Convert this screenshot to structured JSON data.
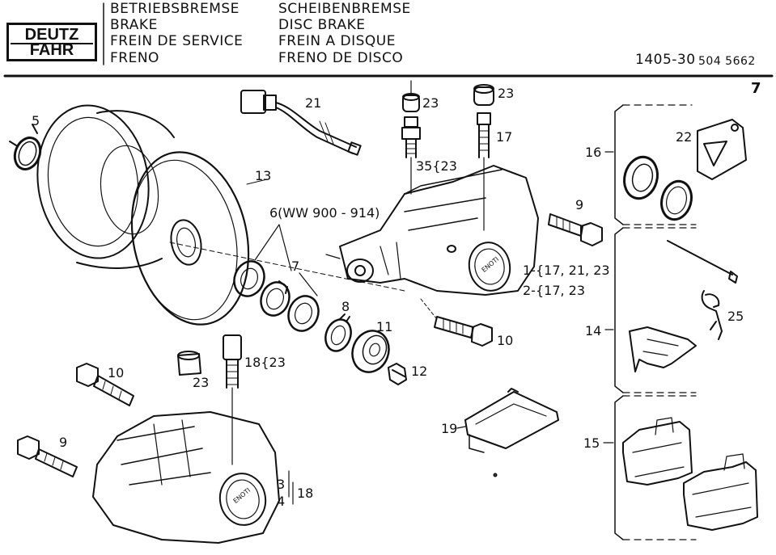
{
  "header": {
    "brand_line1": "DEUTZ",
    "brand_line2": "FAHR",
    "title_col1": [
      "BETRIEBSBREMSE",
      "BRAKE",
      "FREIN DE SERVICE",
      "FRENO"
    ],
    "title_col2": [
      "SCHEIBENBREMSE",
      "DISC BRAKE",
      "FREIN A DISQUE",
      "FRENO DE DISCO"
    ],
    "doc_number_main": "1405-30",
    "doc_number_sub": "504 5662",
    "page_number": "7"
  },
  "callouts": {
    "c5": "5",
    "c13": "13",
    "c21": "21",
    "c23a": "23",
    "c23b": "23",
    "c23c": "23",
    "c17": "17",
    "c35": "35{23",
    "c6": "6(WW 900 - 914)",
    "c7": "7",
    "c8": "8",
    "c11": "11",
    "c12": "12",
    "c9a": "9",
    "c9b": "9",
    "c10a": "10",
    "c10b": "10",
    "c18": "18{23",
    "c34a": "3",
    "c34b": "4",
    "c34c": "18",
    "c1": "1-{17, 21, 23",
    "c2": "2-{17, 23",
    "c19": "19",
    "c16": "16",
    "c22": "22",
    "c14": "14",
    "c25": "25",
    "c15": "15"
  },
  "stamps": {
    "caliper_upper": "ENOTI",
    "caliper_lower": "ENOTI"
  }
}
